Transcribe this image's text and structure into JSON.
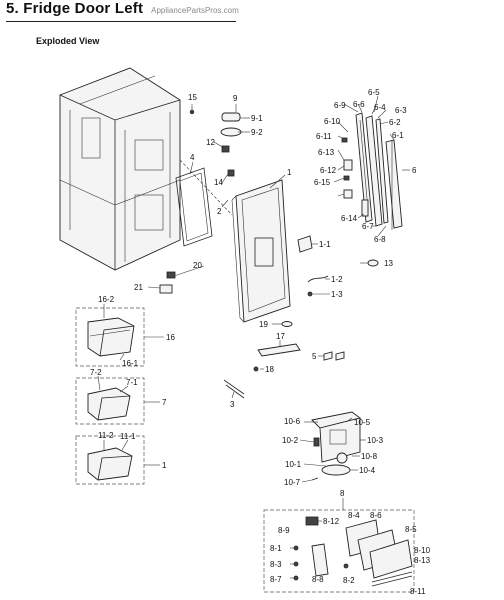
{
  "page": {
    "title": "5.  Fridge Door Left",
    "watermark": "AppliancePartsPros.com",
    "subtitle": "Exploded View"
  },
  "labels": {
    "l15": "15",
    "l9": "9",
    "l9_1": "9-1",
    "l9_2": "9-2",
    "l12": "12",
    "l4": "4",
    "l14": "14",
    "l2": "2",
    "l1": "1",
    "l1_1": "1-1",
    "l13": "13",
    "l1_2": "1-2",
    "l1_3": "1-3",
    "l20": "20",
    "l21": "21",
    "l19": "19",
    "l17": "17",
    "l5": "5",
    "l18": "18",
    "l3": "3",
    "l16_2": "16-2",
    "l16": "16",
    "l16_1": "16-1",
    "l7_2": "7-2",
    "l7_1": "7-1",
    "l7": "7",
    "l11_2": "11-2",
    "l11_1": "11-1",
    "l1b": "1",
    "l6_5": "6-5",
    "l6_9": "6-9",
    "l6_6": "6-6",
    "l6_4": "6-4",
    "l6_3": "6-3",
    "l6_10": "6-10",
    "l6_2": "6-2",
    "l6_11": "6-11",
    "l6_1": "6-1",
    "l6_13": "6-13",
    "l6": "6",
    "l6_12": "6-12",
    "l6_15": "6-15",
    "l6_14": "6-14",
    "l6_7": "6-7",
    "l6_8": "6-8",
    "l10_6": "10-6",
    "l10_5": "10-5",
    "l10_2": "10-2",
    "l10_3": "10-3",
    "l10_8": "10-8",
    "l10_1": "10-1",
    "l10_4": "10-4",
    "l10_7": "10-7",
    "l8": "8",
    "l8_12": "8-12",
    "l8_4": "8-4",
    "l8_6": "8-6",
    "l8_9": "8-9",
    "l8_5": "8-5",
    "l8_1": "8-1",
    "l8_10": "8-10",
    "l8_13": "8-13",
    "l8_3": "8-3",
    "l8_7": "8-7",
    "l8_8": "8-8",
    "l8_2": "8-2",
    "l8_11": "8-11"
  }
}
